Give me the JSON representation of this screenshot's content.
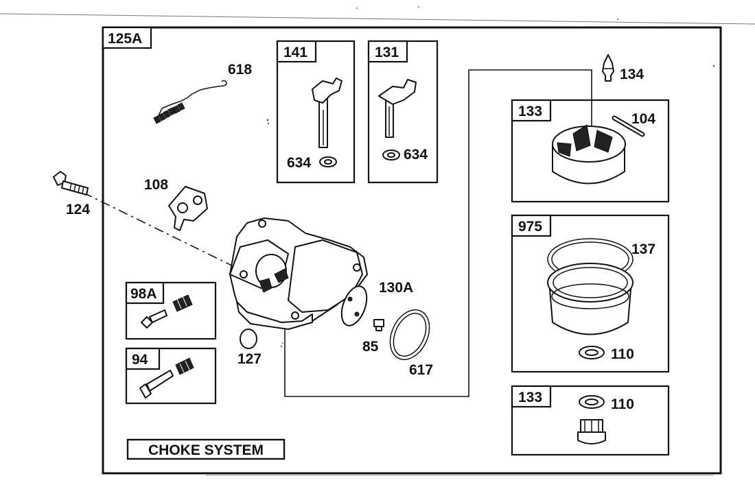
{
  "diagram": {
    "main_ref": "125A",
    "choke_system_label": "CHOKE SYSTEM",
    "insets": {
      "throttle_shaft": {
        "ref": "141",
        "washer": "634"
      },
      "choke_shaft": {
        "ref": "131",
        "washer": "634"
      },
      "float_kit": {
        "ref": "133",
        "float_pin": "104"
      },
      "bowl_kit": {
        "ref": "975",
        "gasket": "137",
        "washer": "110"
      },
      "bowl_nut_kit": {
        "ref": "133",
        "washer": "110"
      },
      "idle_mixture": {
        "ref": "98A"
      },
      "main_jet": {
        "ref": "94"
      }
    },
    "callouts": {
      "spring": "618",
      "inlet_needle": "134",
      "choke_plate": "108",
      "mounting_bolt": "124",
      "choke_valve": "130A",
      "welch_plug": "127",
      "screw": "85",
      "o_ring": "617"
    }
  }
}
